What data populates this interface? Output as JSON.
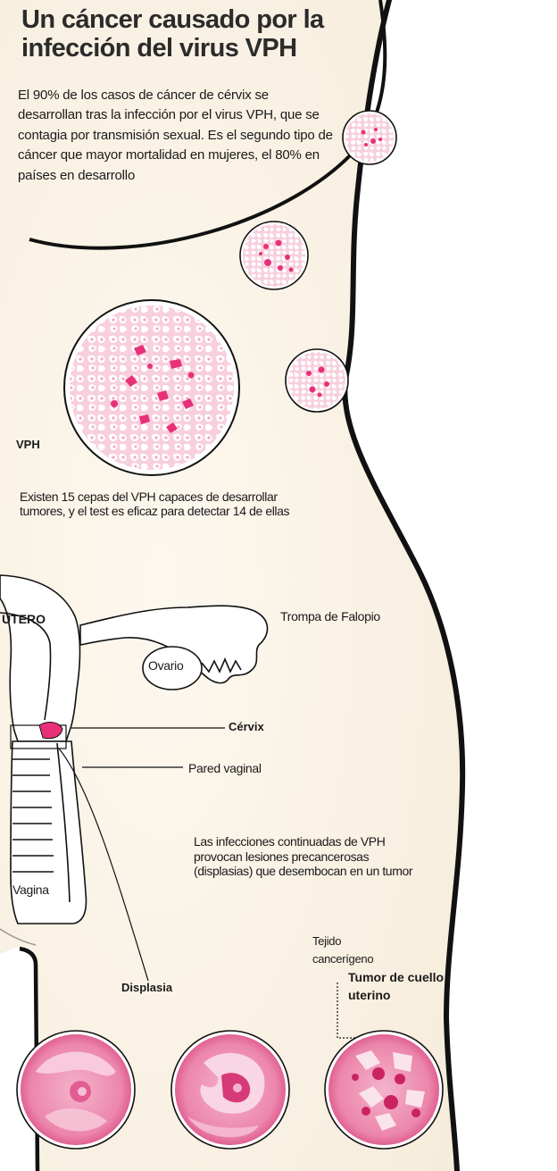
{
  "title": "Un cáncer causado por la infección del virus VPH",
  "intro": "El 90% de los casos de cáncer de cérvix se desarrollan tras la infección por el virus VPH, que se contagia por transmisión sexual. Es el segundo tipo de cáncer que mayor mortalidad en mujeres, el 80% en países en desarrollo",
  "labels": {
    "vph": "VPH",
    "cepas": "Existen 15 cepas del VPH capaces de desarrollar tumores, y el test es eficaz para detectar 14 de ellas",
    "utero": "ÚTERO",
    "trompa": "Trompa de Falopio",
    "ovario": "Ovario",
    "cervix": "Cérvix",
    "pared_vaginal": "Pared vaginal",
    "vagina": "Vagina",
    "infecciones": "Las infecciones continuadas de VPH provocan lesiones precancerosas (displasias) que desembocan en un tumor",
    "tejido": "Tejido cancerígeno",
    "tumor": "Tumor de cuello uterino",
    "displasia": "Displasia"
  },
  "colors": {
    "cream": "#f8efe0",
    "outline": "#111111",
    "cell_pink": "#f6c8d8",
    "cell_dark": "#e8307a",
    "tissue_pink": "#ee8fb3",
    "tissue_dark": "#c9245f"
  }
}
